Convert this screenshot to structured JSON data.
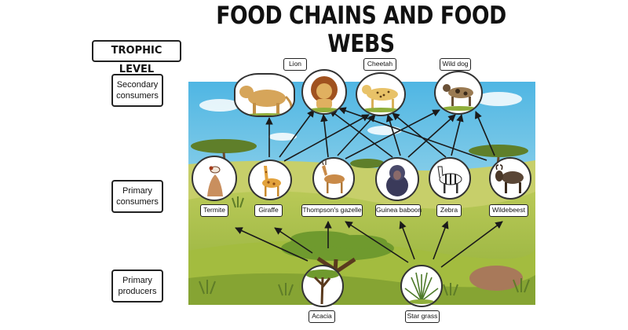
{
  "title": "FOOD CHAINS AND FOOD WEBS",
  "trophic_level": "TROPHIC LEVEL",
  "levels": {
    "secondary": [
      "Secondary",
      "consumers"
    ],
    "primary_consumers": [
      "Primary",
      "consumers"
    ],
    "producers": [
      "Primary",
      "producers"
    ]
  },
  "organisms": {
    "lion": "Lion",
    "cheetah": "Cheetah",
    "wild_dog": "Wild dog",
    "termite": "Termite",
    "giraffe": "Giraffe",
    "gazelle": "Thompson's gazelle",
    "baboon": "Guinea baboon",
    "zebra": "Zebra",
    "wildebeest": "Wildebeest",
    "acacia": "Acacia",
    "star_grass": "Star grass"
  },
  "colors": {
    "sky": "#6cc3e6",
    "grass": "#a8c24a",
    "grass_dark": "#7f9f33",
    "arrow": "#1a1a1a"
  }
}
